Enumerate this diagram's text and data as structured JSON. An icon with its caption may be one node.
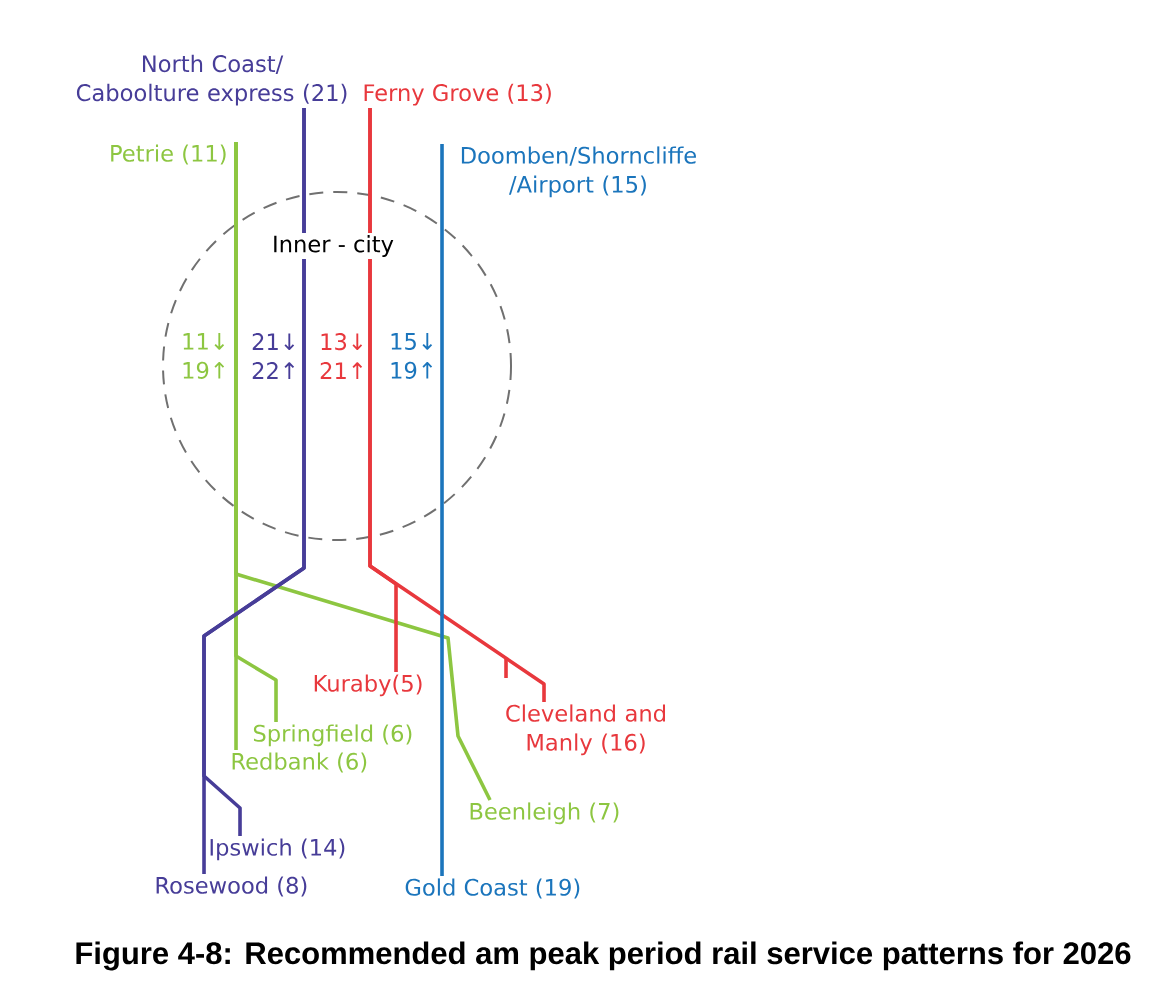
{
  "diagram": {
    "caption": "Figure 4-8: Recommended am peak period rail service patterns for 2026",
    "nodes": [
      {
        "text": [
          "North Coast/ Caboolture express (21)"
        ]
      },
      {
        "text": [
          "Ferny Grove (13)"
        ]
      },
      {
        "text": [
          "Petrie (11)"
        ]
      },
      {
        "text": [
          "Doomben/Shorncliffe /Airport (15)"
        ]
      },
      {
        "text": [
          "Kuraby(5)"
        ]
      },
      {
        "text": [
          "Cleveland and Manly (16)"
        ]
      },
      {
        "text": [
          "Springfield (6)"
        ]
      },
      {
        "text": [
          "Redbank (6)"
        ]
      },
      {
        "text": [
          "Beenleigh (7)"
        ]
      },
      {
        "text": [
          "Ipswich (14)"
        ]
      },
      {
        "text": [
          "Rosewood (8)"
        ]
      },
      {
        "text": [
          "Gold Coast (19)"
        ]
      }
    ],
    "edges": [
      {
        "from": 2,
        "to": 6,
        "arrow": "none",
        "color": "#8dc641"
      },
      {
        "from": 2,
        "to": 7,
        "arrow": "none",
        "color": "#8dc641"
      },
      {
        "from": 2,
        "to": 8,
        "arrow": "none",
        "color": "#8dc641"
      },
      {
        "from": 0,
        "to": 9,
        "arrow": "none",
        "color": "#473d98"
      },
      {
        "from": 0,
        "to": 10,
        "arrow": "none",
        "color": "#473d98"
      },
      {
        "from": 1,
        "to": 4,
        "arrow": "none",
        "color": "#e8383d"
      },
      {
        "from": 1,
        "to": 5,
        "arrow": "none",
        "color": "#e8383d"
      },
      {
        "from": 3,
        "to": 11,
        "arrow": "none",
        "color": "#1b75bc"
      }
    ],
    "labels": [
      "Inner - city",
      "11↓ 19↑",
      "21↓ 22↑",
      "13↓ 21↑",
      "15↓ 19↑"
    ]
  }
}
